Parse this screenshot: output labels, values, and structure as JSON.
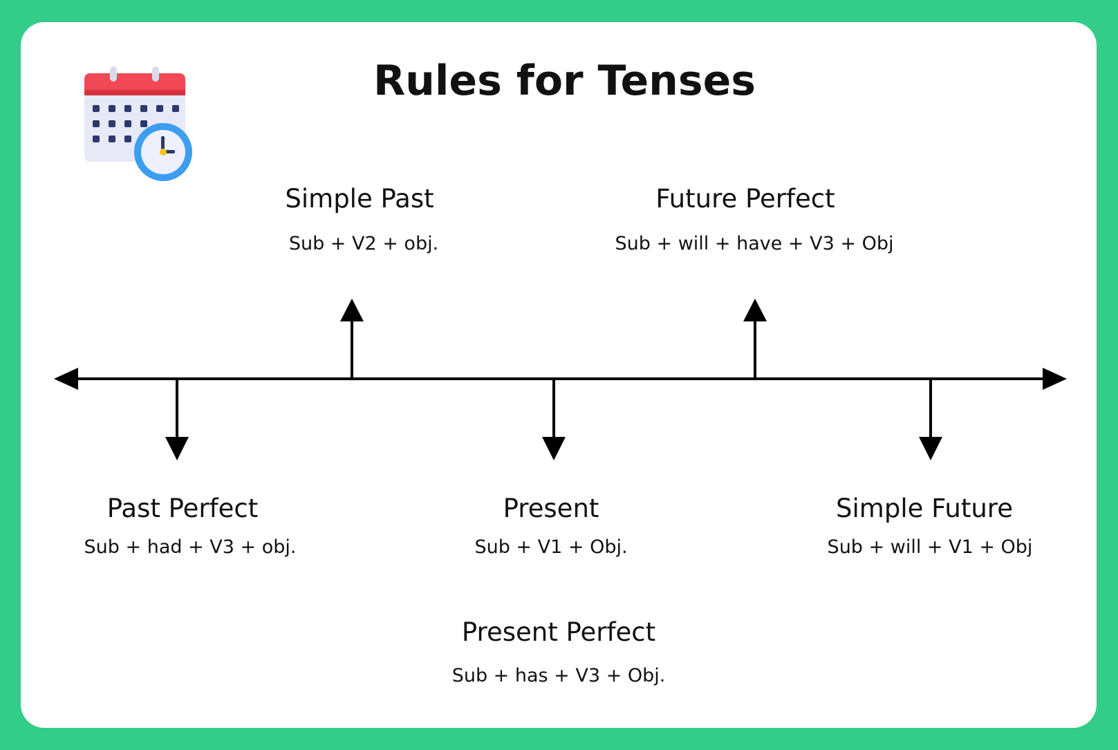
{
  "title": "Rules for Tenses",
  "icon": "calendar-clock-icon",
  "colors": {
    "background": "#33cc88",
    "calendar_header": "#f24857",
    "clock_ring": "#3d9df0"
  },
  "tenses": [
    {
      "key": "simple_past",
      "name": "Simple Past",
      "formula": "Sub + V2 + obj."
    },
    {
      "key": "future_perfect",
      "name": "Future Perfect",
      "formula": "Sub + will + have + V3 + Obj"
    },
    {
      "key": "past_perfect",
      "name": "Past Perfect",
      "formula": "Sub + had + V3 + obj."
    },
    {
      "key": "present",
      "name": "Present",
      "formula": "Sub + V1 + Obj."
    },
    {
      "key": "simple_future",
      "name": "Simple Future",
      "formula": "Sub + will + V1 + Obj"
    },
    {
      "key": "present_perfect",
      "name": "Present Perfect",
      "formula": "Sub + has + V3 + Obj."
    }
  ]
}
